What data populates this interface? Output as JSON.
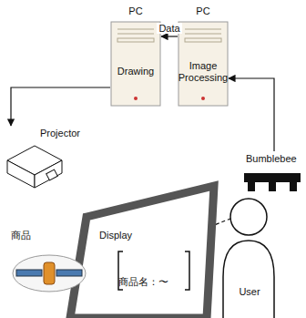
{
  "diagram": {
    "nodes": [
      {
        "text": [
          "PC",
          "Drawing"
        ]
      },
      {
        "text": [
          "PC",
          "Image Processing"
        ]
      },
      {
        "text": [
          "Projector"
        ]
      },
      {
        "text": [
          "Bumblebee"
        ]
      },
      {
        "text": [
          "Display",
          "商品名：〜"
        ]
      },
      {
        "text": [
          "商品"
        ]
      },
      {
        "text": [
          "User"
        ]
      }
    ],
    "edges": [
      {
        "from": 1,
        "to": 0,
        "label": "Data",
        "arrow": "to"
      },
      {
        "from": 3,
        "to": 1,
        "arrow": "to"
      },
      {
        "from": 0,
        "to": 2,
        "arrow": "to"
      },
      {
        "from": 5,
        "to": 6,
        "arrow": "none"
      }
    ]
  }
}
